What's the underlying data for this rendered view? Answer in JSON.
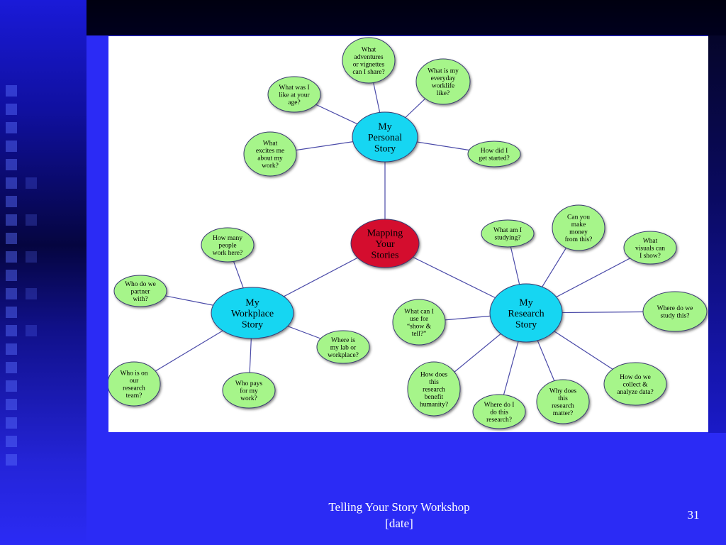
{
  "diagram": {
    "center": {
      "label": [
        "Mapping",
        "Your",
        "Stories"
      ],
      "color": "#d4102e"
    },
    "personal": {
      "label": [
        "My",
        "Personal",
        "Story"
      ],
      "color": "#19d6f2",
      "questions": [
        [
          "What",
          "adventures",
          "or vignettes",
          "can I share?"
        ],
        [
          "What is my",
          "everyday",
          "worklife",
          "like?"
        ],
        [
          "What was I",
          "like at your",
          "age?"
        ],
        [
          "What",
          "excites me",
          "about my",
          "work?"
        ],
        [
          "How did  I",
          "get started?"
        ]
      ]
    },
    "workplace": {
      "label": [
        "My",
        "Workplace",
        "Story"
      ],
      "color": "#19d6f2",
      "questions": [
        [
          "How many",
          "people",
          "work here?"
        ],
        [
          "Who do we",
          "partner",
          "with?"
        ],
        [
          "Where is",
          "my lab or",
          "workplace?"
        ],
        [
          "Who is on",
          "our",
          "research",
          "team?"
        ],
        [
          "Who pays",
          "for my",
          "work?"
        ]
      ]
    },
    "research": {
      "label": [
        "My",
        "Research",
        "Story"
      ],
      "color": "#19d6f2",
      "questions": [
        [
          "What am I",
          "studying?"
        ],
        [
          "Can you",
          "make",
          "money",
          "from this?"
        ],
        [
          "What",
          "visuals can",
          "I show?"
        ],
        [
          "What can I",
          "use for",
          "“show &",
          "tell?”"
        ],
        [
          "Where do we",
          "study this?"
        ],
        [
          "How does",
          "this",
          "research",
          "benefit",
          "humanity?"
        ],
        [
          "Where do I",
          "do this",
          "research?"
        ],
        [
          "Why does",
          "this",
          "research",
          "matter?"
        ],
        [
          "How do we",
          "collect &",
          "analyze data?"
        ]
      ]
    },
    "question_color": "#a6f58a",
    "line_color": "#4a4aa8"
  },
  "footer": {
    "title_line1": "Telling Your Story Workshop",
    "title_line2": "[date]"
  },
  "slide_number": "31"
}
